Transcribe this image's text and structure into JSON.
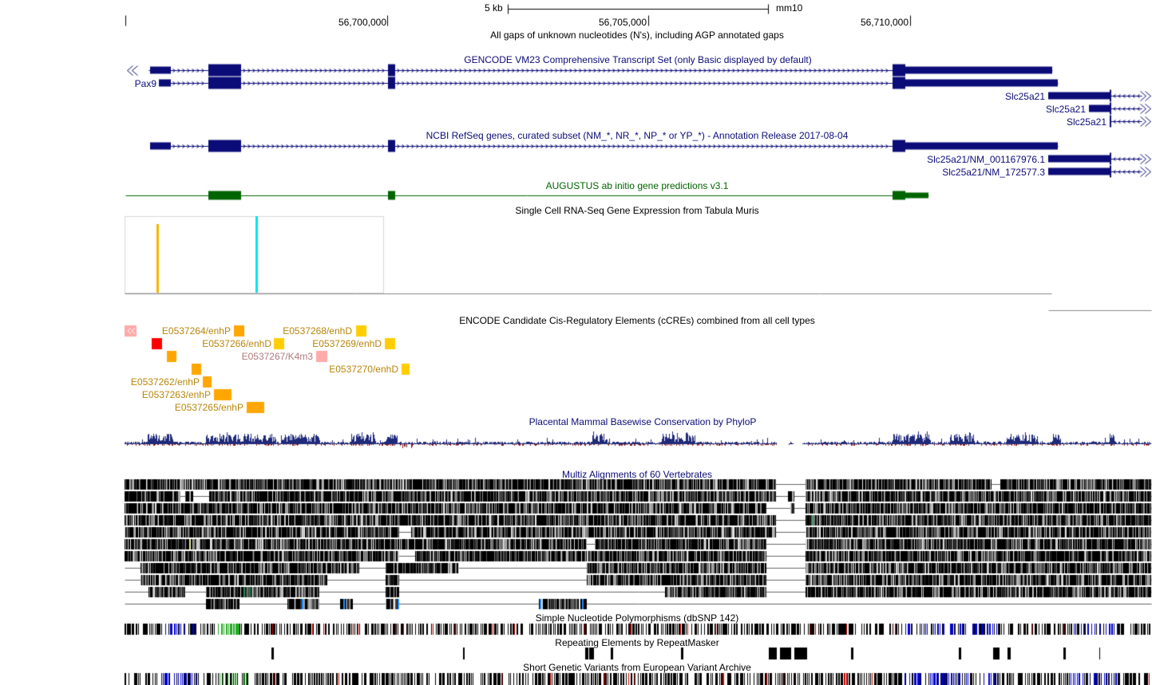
{
  "ruler": {
    "scale_label": "5 kb",
    "assembly": "mm10",
    "positions": [
      "56,700,000",
      "56,705,000",
      "56,710,000"
    ]
  },
  "tracks": {
    "gap": {
      "title": "All gaps of unknown nucleotides (N's), including AGP annotated gaps"
    },
    "gencode": {
      "title": "GENCODE VM23 Comprehensive Transcript Set (only Basic displayed by default)",
      "gene_labels": [
        "Pax9",
        "Slc25a21",
        "Slc25a21",
        "Slc25a21"
      ]
    },
    "refseq": {
      "title": "NCBI RefSeq genes, curated subset (NM_*, NR_*, NP_* or YP_*) - Annotation Release 2017-08-04",
      "gene_labels": [
        "Slc25a21/NM_001167976.1",
        "Slc25a21/NM_172577.3"
      ]
    },
    "augustus": {
      "title": "AUGUSTUS ab initio gene predictions v3.1"
    },
    "tabula_muris": {
      "title": "Single Cell RNA-Seq Gene Expression from Tabula Muris"
    },
    "ccre": {
      "title": "ENCODE Candidate Cis-Regulatory Elements (cCREs) combined from all cell types",
      "labels": [
        "E0537264/enhP",
        "E0537268/enhD",
        "E0537266/enhD",
        "E0537269/enhD",
        "E0537267/K4m3",
        "E0537270/enhD",
        "E0537262/enhP",
        "E0537263/enhP",
        "E0537265/enhP"
      ]
    },
    "phylop": {
      "title": "Placental Mammal Basewise Conservation by PhyloP"
    },
    "multiz": {
      "title": "Multiz Alignments of 60 Vertebrates"
    },
    "snp": {
      "title": "Simple Nucleotide Polymorphisms (dbSNP 142)"
    },
    "repeatmasker": {
      "title": "Repeating Elements by RepeatMasker"
    },
    "eva": {
      "title": "Short Genetic Variants from European Variant Archive"
    }
  },
  "colors": {
    "gene": "#0c0c78",
    "augustus": "#006400",
    "ccre_enhP": "#ffa700",
    "ccre_enhD": "#ffcd00",
    "ccre_K4m3": "#ffaaaa",
    "ccre_PLS": "#ff0000",
    "ccre_enhP_label": "#b8860b",
    "ccre_K4m3_label": "#b07a7a",
    "phylop_pos": "#1f2a7a",
    "phylop_neg": "#8b1a1a",
    "tabula_orange": "#f4b400",
    "tabula_cyan": "#00e5ee"
  }
}
